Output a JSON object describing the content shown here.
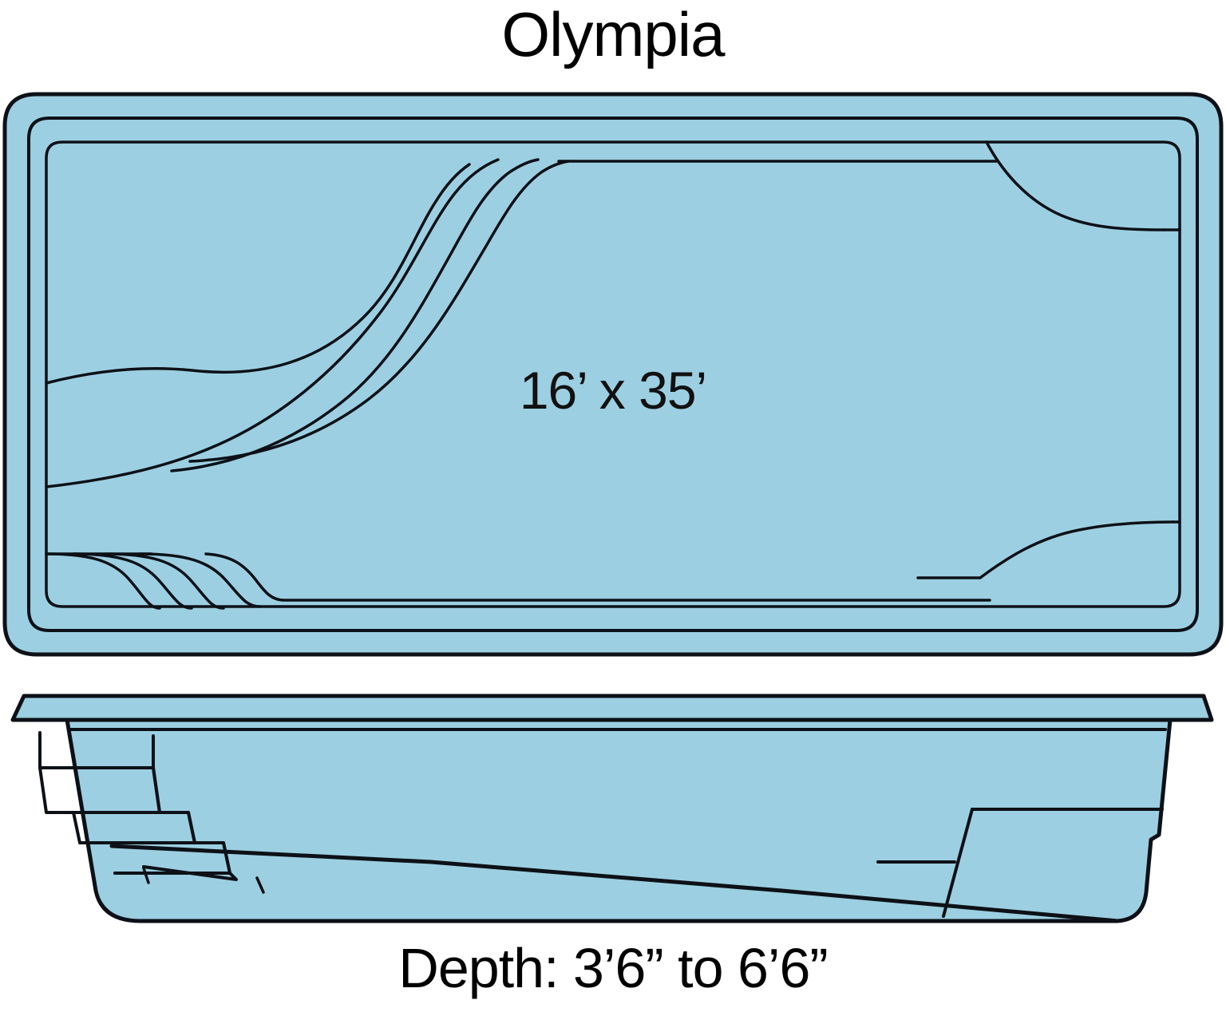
{
  "figure": {
    "title": "Olympia",
    "dimensions_label": "16’ x 35’",
    "depth_label": "Depth: 3’6” to 6’6”",
    "colors": {
      "water_fill": "#9ccfe1",
      "outline": "#0d1117",
      "background": "#ffffff",
      "text": "#000000"
    },
    "views": {
      "plan": {
        "name": "Top-down plan view",
        "features": [
          "rounded rectangular shell",
          "wave-shaped entry steps at upper left",
          "stepped bench at lower left",
          "corner bench at upper right",
          "corner bench at lower right"
        ]
      },
      "profile": {
        "name": "Side cross-section view",
        "features": [
          "three descending entry steps at shallow end (left)",
          "sloping floor from shallow to deep end",
          "deep-end bench ledge at right",
          "coping lip along top edge"
        ]
      }
    }
  },
  "chart_data": {
    "type": "diagram",
    "title": "Olympia",
    "subject": "fiberglass swimming pool model",
    "annotations": [
      "16’ x 35’",
      "Depth: 3’6” to 6’6”"
    ],
    "measurements": {
      "width_ft": 16,
      "length_ft": 35,
      "depth_shallow": "3’6”",
      "depth_deep": "6’6”"
    },
    "views": [
      "plan",
      "profile"
    ]
  }
}
